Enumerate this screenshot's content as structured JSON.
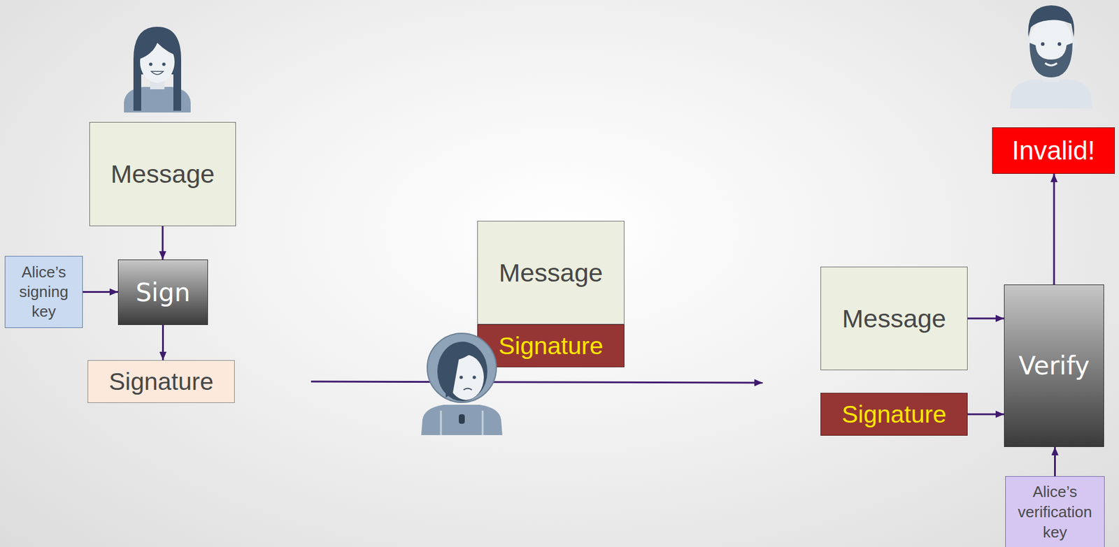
{
  "diagram": {
    "nodes": [
      {
        "text": [
          "Message"
        ]
      },
      {
        "text": [
          "Alice’s signing key"
        ]
      },
      {
        "text": [
          "Sign"
        ]
      },
      {
        "text": [
          "Signature"
        ]
      },
      {
        "text": [
          "Message"
        ]
      },
      {
        "text": [
          "Signature"
        ]
      },
      {
        "text": [
          "Message"
        ]
      },
      {
        "text": [
          "Signature"
        ]
      },
      {
        "text": [
          "Verify"
        ]
      },
      {
        "text": [
          "Invalid!"
        ]
      },
      {
        "text": [
          "Alice’s verification key"
        ]
      }
    ],
    "edges": [
      {
        "from": 0,
        "to": 2,
        "arrow": "to"
      },
      {
        "from": 1,
        "to": 2,
        "arrow": "to"
      },
      {
        "from": 2,
        "to": 3,
        "arrow": "to"
      },
      {
        "from": 6,
        "to": 8,
        "arrow": "to"
      },
      {
        "from": 7,
        "to": 8,
        "arrow": "to"
      },
      {
        "from": 10,
        "to": 8,
        "arrow": "to"
      },
      {
        "from": 8,
        "to": 9,
        "arrow": "to"
      }
    ]
  }
}
